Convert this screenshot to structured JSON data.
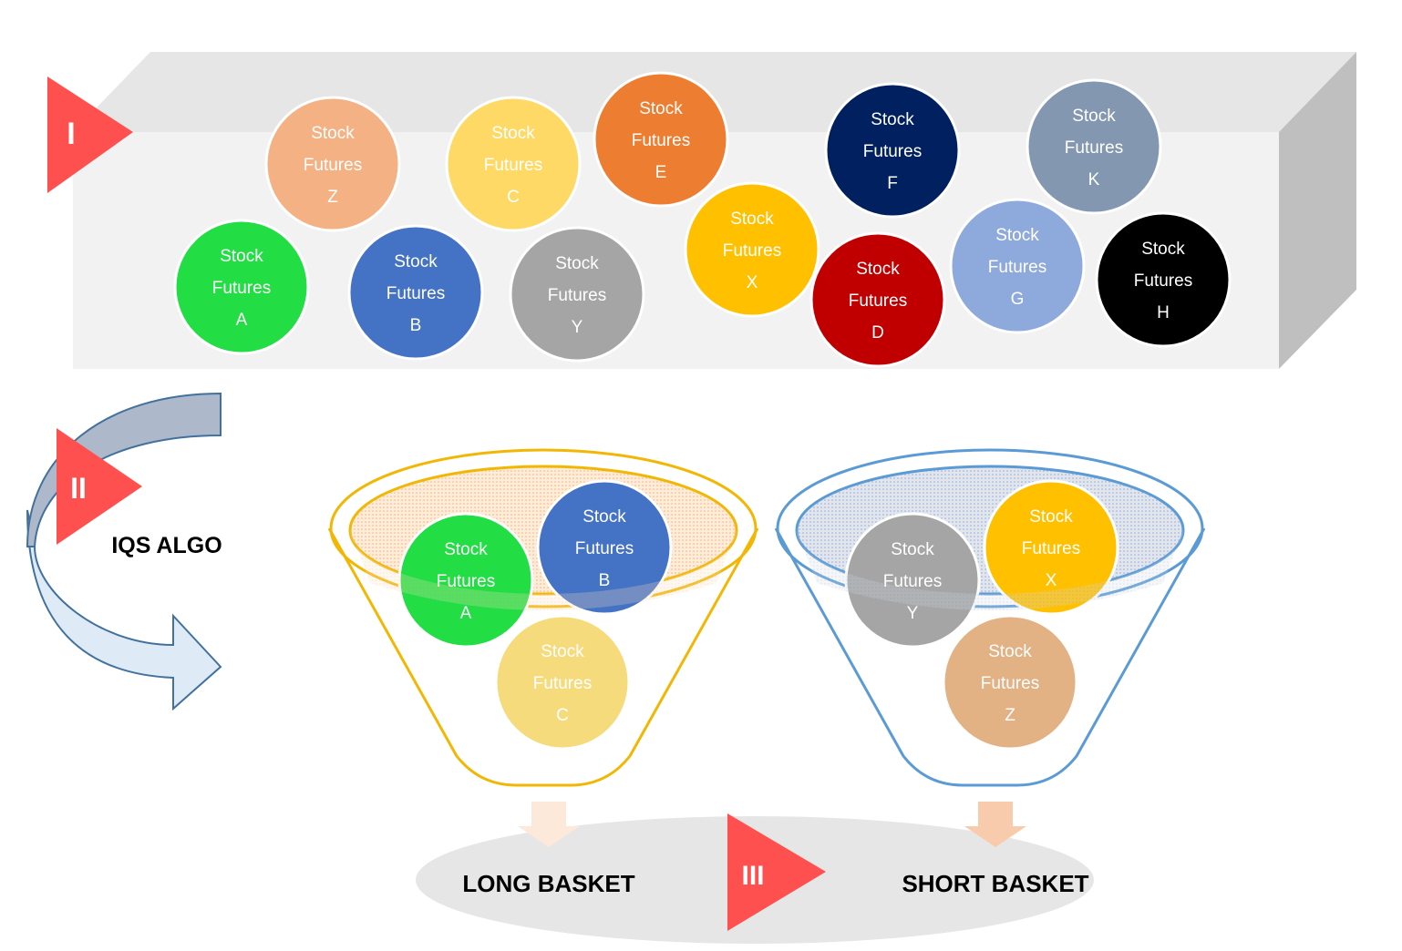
{
  "steps": {
    "step1": "I",
    "step2": "II",
    "step3": "III"
  },
  "algo_label": "IQS ALGO",
  "universe": [
    {
      "line1": "Stock",
      "line2": "Futures",
      "letter": "Z",
      "color": "#F4B183",
      "text": "#ffffff"
    },
    {
      "line1": "Stock",
      "line2": "Futures",
      "letter": "C",
      "color": "#FFD966",
      "text": "#ffffff"
    },
    {
      "line1": "Stock",
      "line2": "Futures",
      "letter": "E",
      "color": "#ED7D31",
      "text": "#ffffff"
    },
    {
      "line1": "Stock",
      "line2": "Futures",
      "letter": "F",
      "color": "#002060",
      "text": "#ffffff"
    },
    {
      "line1": "Stock",
      "line2": "Futures",
      "letter": "K",
      "color": "#8497B0",
      "text": "#ffffff"
    },
    {
      "line1": "Stock",
      "line2": "Futures",
      "letter": "A",
      "color": "#22DD44",
      "text": "#ffffff"
    },
    {
      "line1": "Stock",
      "line2": "Futures",
      "letter": "B",
      "color": "#4472C4",
      "text": "#ffffff"
    },
    {
      "line1": "Stock",
      "line2": "Futures",
      "letter": "Y",
      "color": "#A5A5A5",
      "text": "#ffffff"
    },
    {
      "line1": "Stock",
      "line2": "Futures",
      "letter": "X",
      "color": "#FFC000",
      "text": "#ffffff"
    },
    {
      "line1": "Stock",
      "line2": "Futures",
      "letter": "D",
      "color": "#C00000",
      "text": "#ffffff"
    },
    {
      "line1": "Stock",
      "line2": "Futures",
      "letter": "G",
      "color": "#8EA9DB",
      "text": "#ffffff"
    },
    {
      "line1": "Stock",
      "line2": "Futures",
      "letter": "H",
      "color": "#000000",
      "text": "#ffffff"
    }
  ],
  "long_funnel": {
    "color": "#F2B705",
    "balls": [
      {
        "line1": "Stock",
        "line2": "Futures",
        "letter": "A",
        "color": "#22DD44"
      },
      {
        "line1": "Stock",
        "line2": "Futures",
        "letter": "B",
        "color": "#4472C4"
      },
      {
        "line1": "Stock",
        "line2": "Futures",
        "letter": "C",
        "color": "#F2D050"
      }
    ]
  },
  "short_funnel": {
    "color": "#5B9BD5",
    "balls": [
      {
        "line1": "Stock",
        "line2": "Futures",
        "letter": "Y",
        "color": "#A5A5A5"
      },
      {
        "line1": "Stock",
        "line2": "Futures",
        "letter": "X",
        "color": "#FFC000"
      },
      {
        "line1": "Stock",
        "line2": "Futures",
        "letter": "Z",
        "color": "#D9975B"
      }
    ]
  },
  "baskets": {
    "long": "LONG BASKET",
    "short": "SHORT BASKET"
  },
  "colors": {
    "step_triangle": "#FF5050",
    "box_front": "#F2F2F2",
    "box_top": "#E6E6E6",
    "box_side": "#BFBFBF",
    "arrow_top": "#ADB9CA",
    "arrow_bottom": "#DEEBF7",
    "arrow_stroke": "#41719C",
    "basket_ellipse": "#E7E6E6",
    "long_arrow": "#FDE9D9",
    "short_arrow": "#F8CBAD"
  }
}
